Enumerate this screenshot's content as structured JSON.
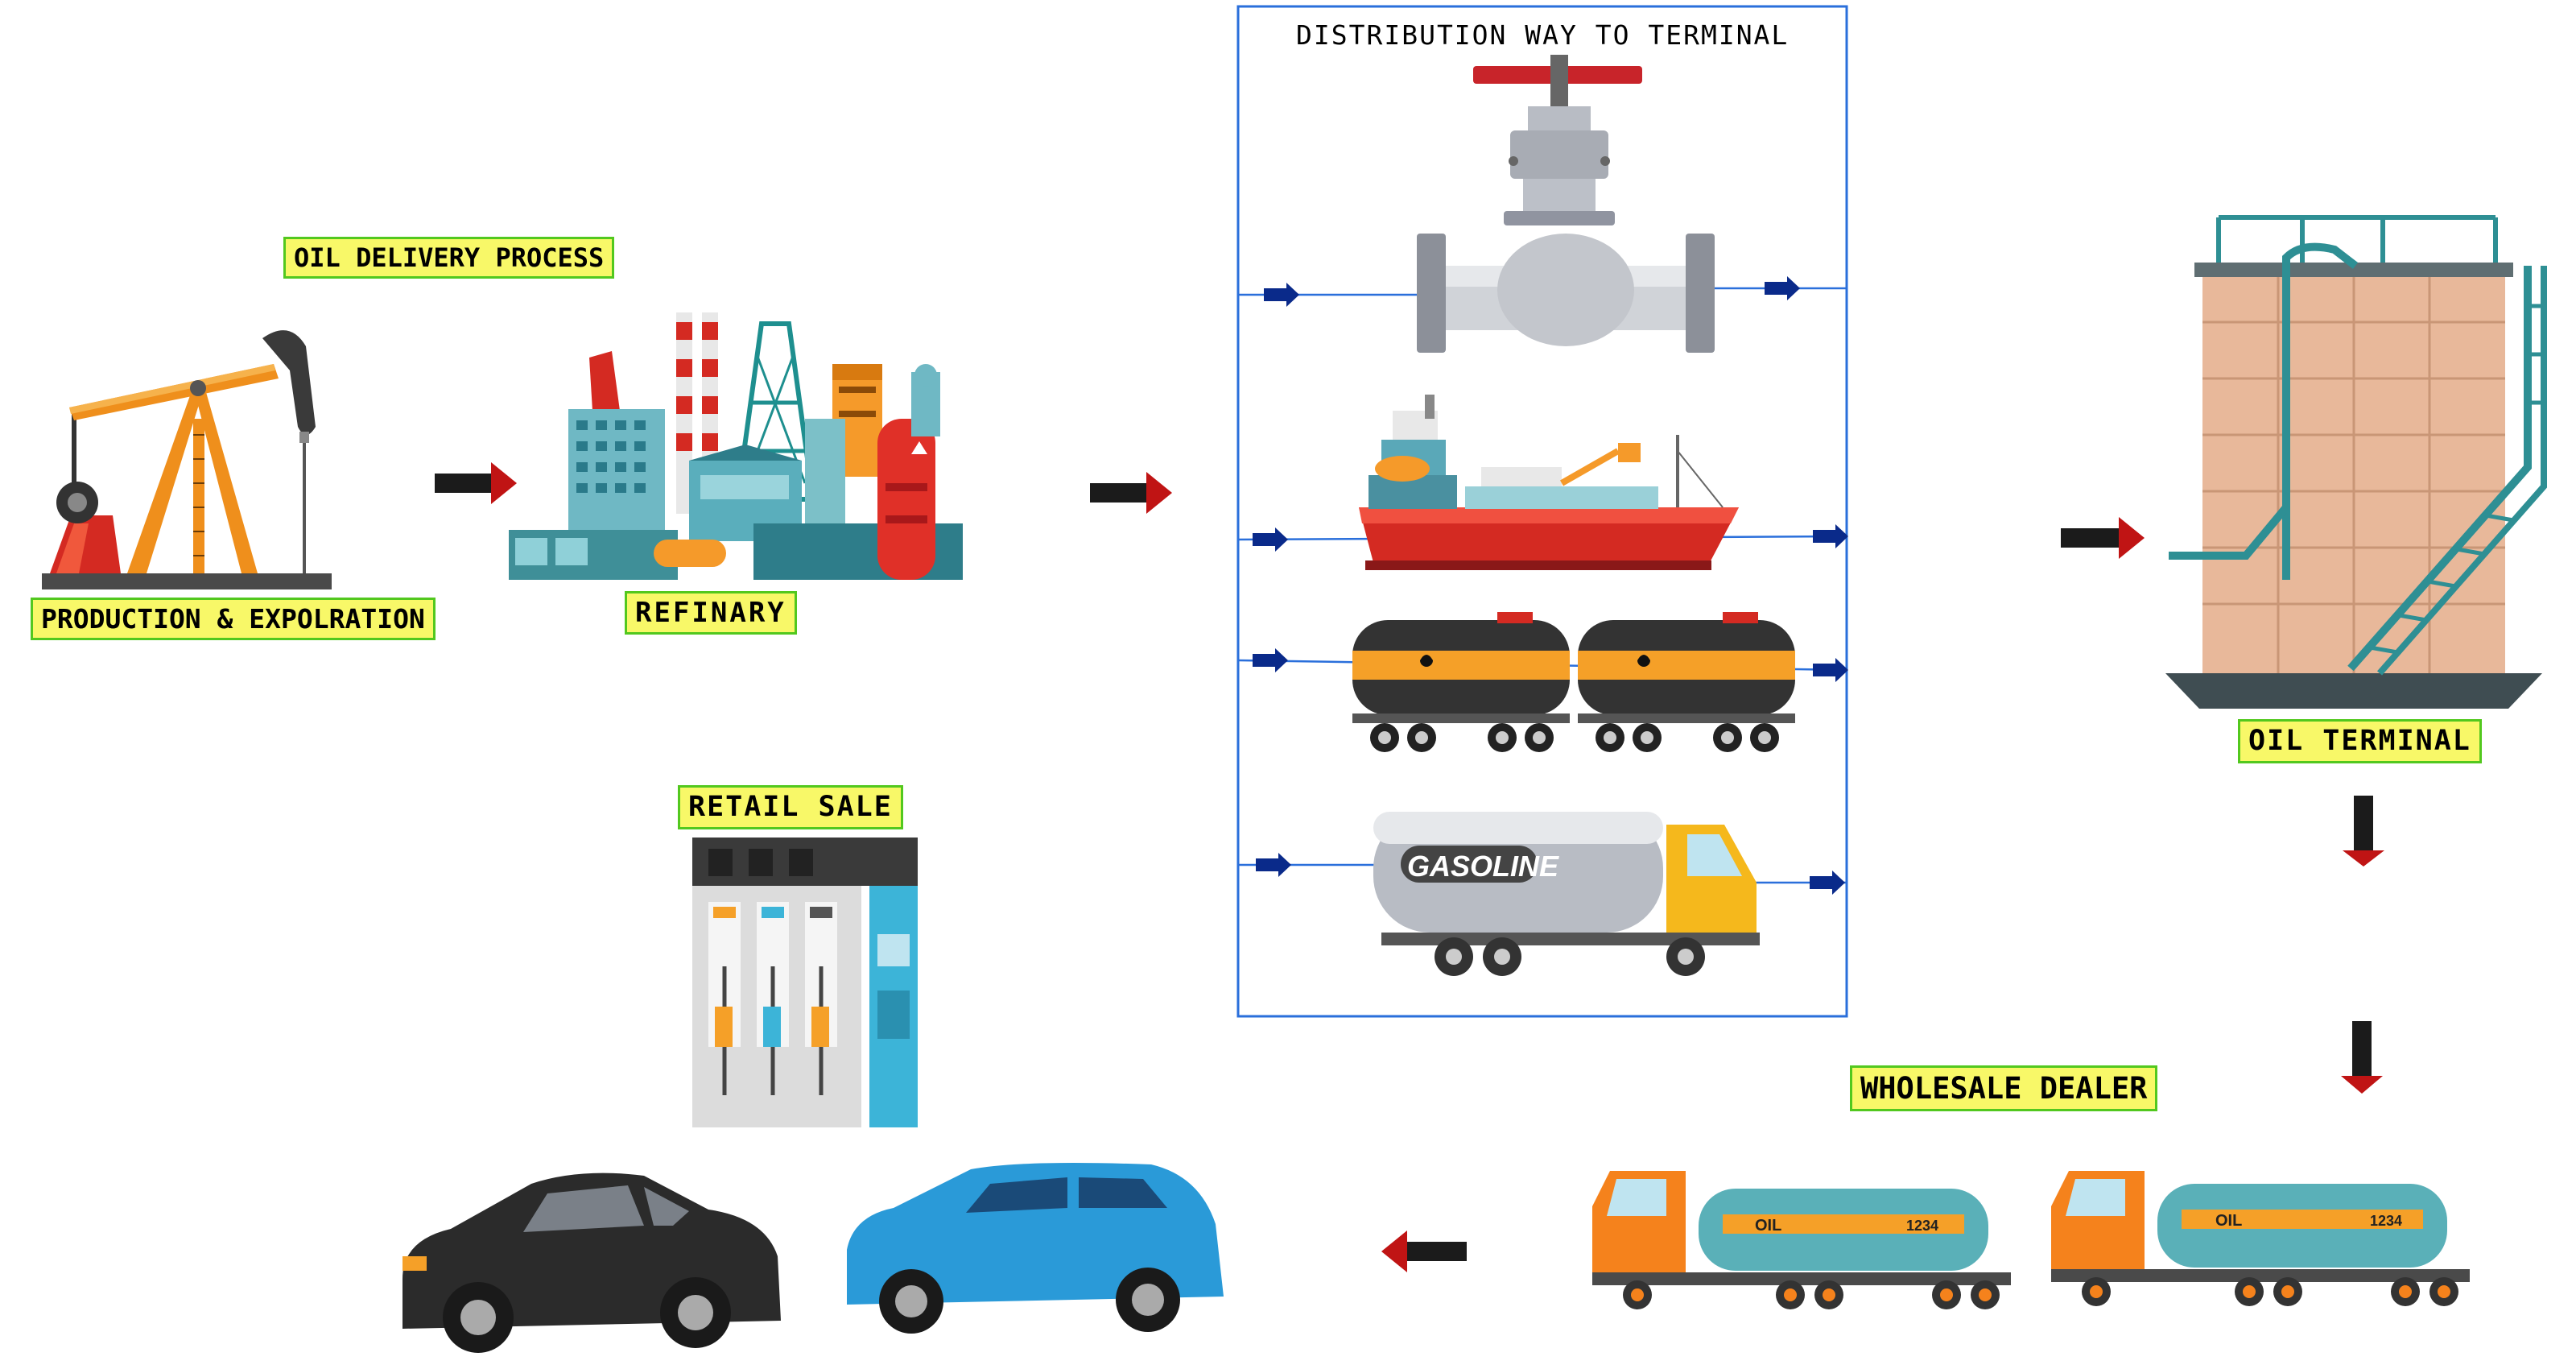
{
  "labels": {
    "oil_delivery_process": "OIL DELIVERY PROCESS",
    "production": "PRODUCTION & EXPOLRATION",
    "refinery": "REFINARY",
    "distribution": "DISTRIBUTION WAY TO TERMINAL",
    "oil_terminal": "OIL TERMINAL",
    "wholesale_dealer": "WHOLESALE DEALER",
    "retail_sale": "RETAIL SALE"
  },
  "truck_text": {
    "gasoline": "GASOLINE"
  },
  "tanker_text": {
    "oil": "OIL",
    "code": "1234"
  },
  "colors": {
    "label_fill": "#f8f868",
    "label_border": "#52c81e",
    "arrow_body": "#1b1b1b",
    "arrow_head": "#c01414",
    "frame_border": "#2a6fdb",
    "pipe_arrow": "#0a2a8a"
  }
}
